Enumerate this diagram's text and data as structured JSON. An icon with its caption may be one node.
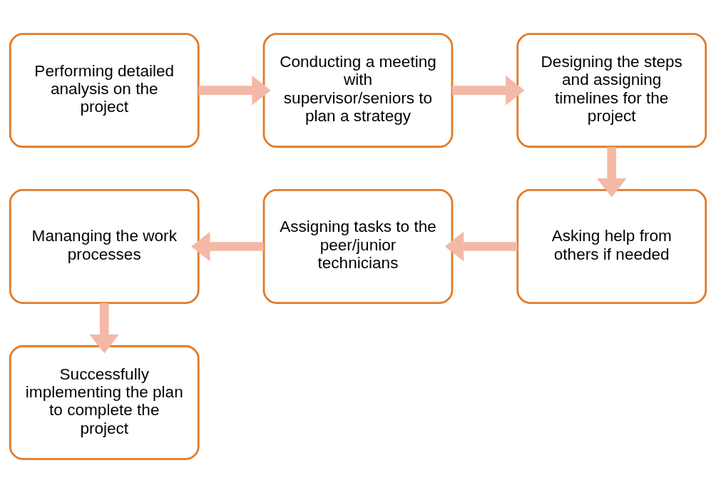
{
  "diagram": {
    "nodes": [
      {
        "text": [
          "Performing detailed analysis on the project"
        ]
      },
      {
        "text": [
          "Conducting a meeting with supervisor/seniors to plan a strategy"
        ]
      },
      {
        "text": [
          "Designing the steps and assigning timelines for the project"
        ]
      },
      {
        "text": [
          "Asking help from others if needed"
        ]
      },
      {
        "text": [
          "Assigning tasks to the peer/junior technicians"
        ]
      },
      {
        "text": [
          "Mananging the work processes"
        ]
      },
      {
        "text": [
          "Successfully implementing the plan to complete the project"
        ]
      }
    ],
    "edges": [
      {
        "from": 0,
        "to": 1,
        "arrow": "to"
      },
      {
        "from": 1,
        "to": 2,
        "arrow": "to"
      },
      {
        "from": 2,
        "to": 3,
        "arrow": "to"
      },
      {
        "from": 3,
        "to": 4,
        "arrow": "to"
      },
      {
        "from": 4,
        "to": 5,
        "arrow": "to"
      },
      {
        "from": 5,
        "to": 6,
        "arrow": "to"
      }
    ]
  }
}
